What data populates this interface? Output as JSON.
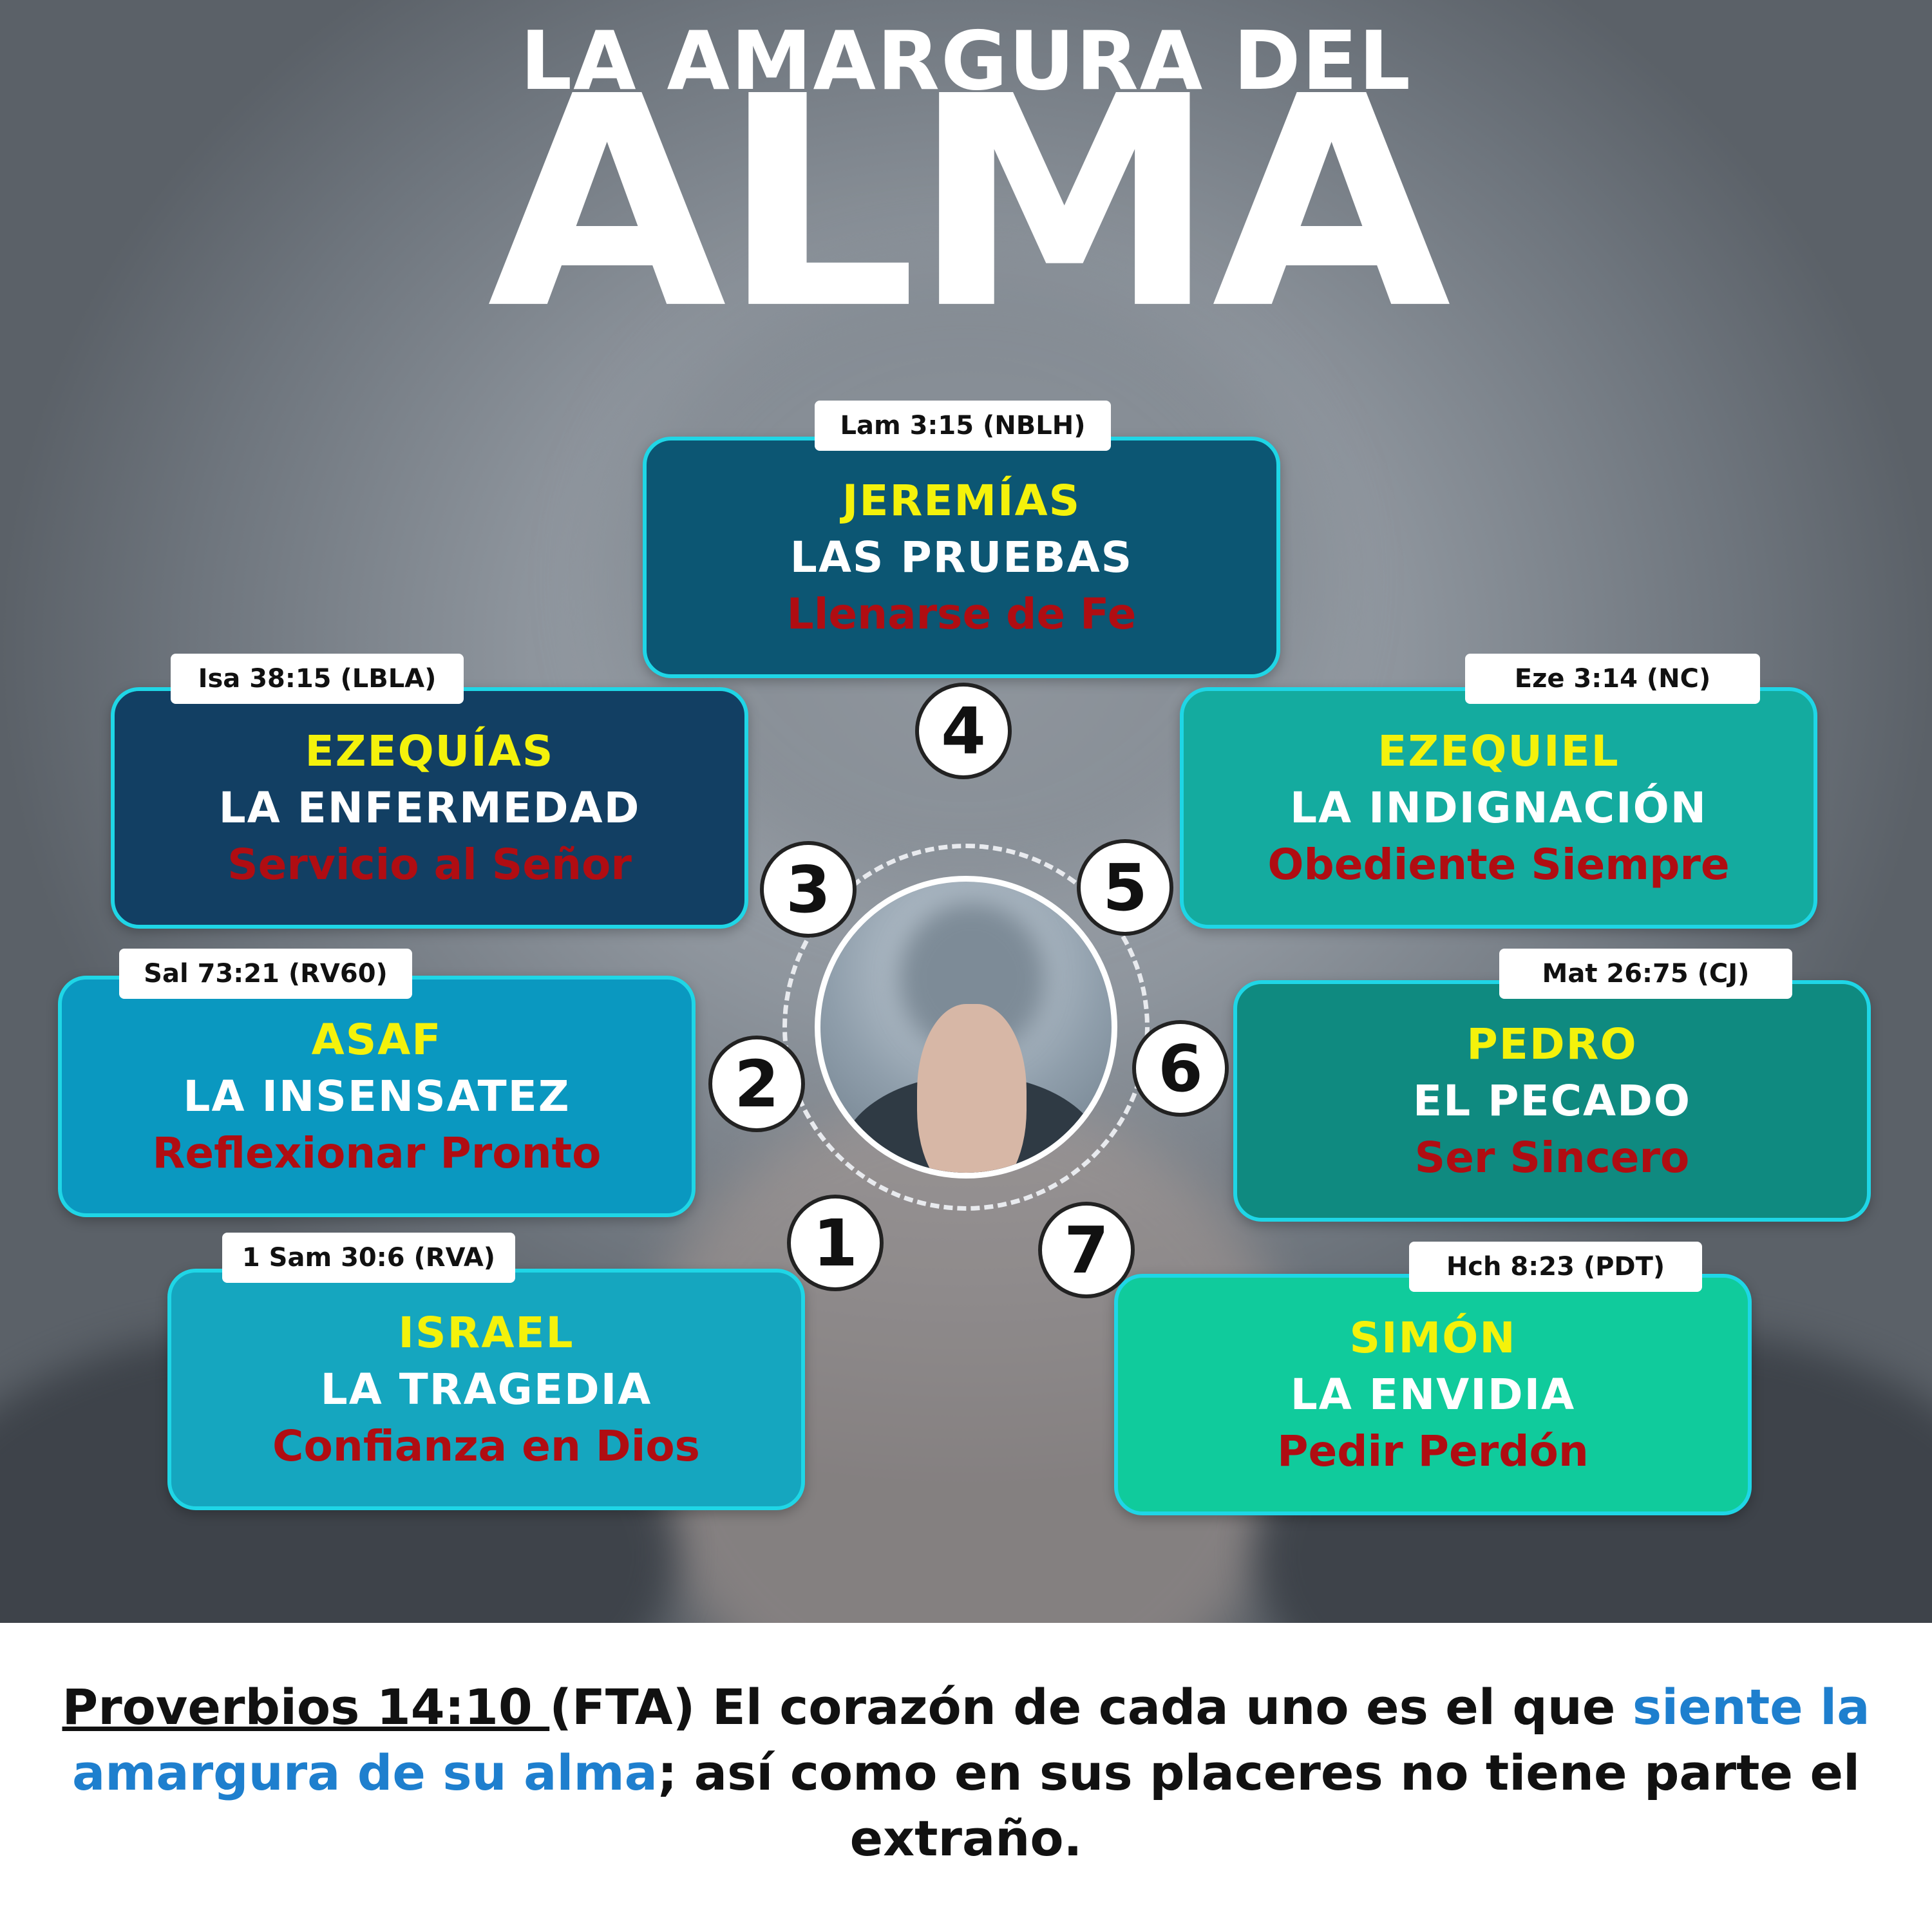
{
  "title": {
    "line1": "LA AMARGURA DEL",
    "line2": "ALMA"
  },
  "items": [
    {
      "num": "1",
      "ref": "1 Sam 30:6 (RVA)",
      "name": "ISRAEL",
      "theme": "LA TRAGEDIA",
      "lesson": "Confianza en Dios"
    },
    {
      "num": "2",
      "ref": "Sal 73:21 (RV60)",
      "name": "ASAF",
      "theme": "LA INSENSATEZ",
      "lesson": "Reflexionar Pronto"
    },
    {
      "num": "3",
      "ref": "Isa 38:15 (LBLA)",
      "name": "EZEQUÍAS",
      "theme": "LA ENFERMEDAD",
      "lesson": "Servicio al Señor"
    },
    {
      "num": "4",
      "ref": "Lam 3:15 (NBLH)",
      "name": "JEREMÍAS",
      "theme": "LAS PRUEBAS",
      "lesson": "Llenarse de Fe"
    },
    {
      "num": "5",
      "ref": "Eze 3:14 (NC)",
      "name": "EZEQUIEL",
      "theme": "LA INDIGNACIÓN",
      "lesson": "Obediente Siempre"
    },
    {
      "num": "6",
      "ref": "Mat 26:75 (CJ)",
      "name": "PEDRO",
      "theme": "EL PECADO",
      "lesson": "Ser Sincero"
    },
    {
      "num": "7",
      "ref": "Hch 8:23 (PDT)",
      "name": "SIMÓN",
      "theme": "LA ENVIDIA",
      "lesson": "Pedir Perdón"
    }
  ],
  "verse": {
    "ref": "Proverbios 14:10 ",
    "version": "(FTA)",
    "text_before": " El corazón de cada uno es el que ",
    "highlight": "siente la amargura de su alma",
    "text_after": "; así como en sus placeres no tiene parte el extraño."
  },
  "colors": {
    "title": "#ffffff",
    "name": "#f4f20b",
    "theme": "#ffffff",
    "lesson": "#b00d12",
    "card_border": "#1fd6e6",
    "highlight": "#1e7fce",
    "card_1": "#15a6bf",
    "card_2": "#0a98c0",
    "card_3": "#123f63",
    "card_4": "#0c5673",
    "card_5": "#14ab9f",
    "card_6": "#0f8a80",
    "card_7": "#10cb9c"
  },
  "icons": {
    "center": "person-covering-face-photo"
  }
}
